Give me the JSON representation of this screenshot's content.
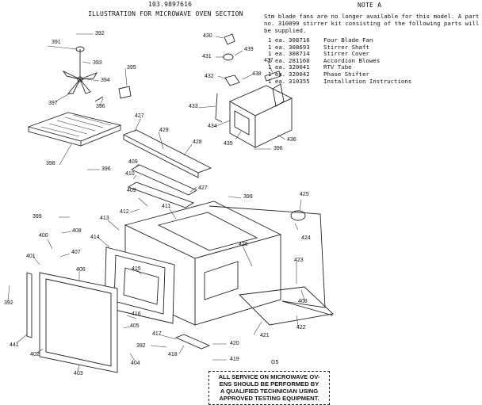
{
  "header": {
    "doc_id": "103.9897616",
    "title": "ILLUSTRATION FOR MICROWAVE OVEN SECTION",
    "note_heading": "NOTE A"
  },
  "note_text": [
    "Stm blade fans are no longer available for this model.  A part",
    "no. 310099 stirrer kit consisting of the following parts will",
    "be supplied."
  ],
  "parts": [
    {
      "qty": "1 ea.",
      "pn": "308716",
      "desc": "Four Blade Fan"
    },
    {
      "qty": "1 ea.",
      "pn": "308693",
      "desc": "Stirrer Shaft"
    },
    {
      "qty": "1 ea.",
      "pn": "308714",
      "desc": "Stirrer Cover"
    },
    {
      "qty": "1 ea.",
      "pn": "281160",
      "desc": "Accordion Blowes"
    },
    {
      "qty": "1 ea.",
      "pn": "320041",
      "desc": "RTV Tube"
    },
    {
      "qty": "1 ea.",
      "pn": "320042",
      "desc": "Phase Shifter"
    },
    {
      "qty": "1 ea.",
      "pn": "310355",
      "desc": "Installation Instructions"
    }
  ],
  "callouts": {
    "c391": "391",
    "c392a": "392",
    "c393": "393",
    "c394": "394",
    "c395": "395",
    "c396a": "396",
    "c397": "397",
    "c398": "398",
    "c396b": "396",
    "c427a": "427",
    "c429": "429",
    "c428": "428",
    "c409": "409",
    "c410": "410",
    "c427b": "427",
    "c430": "430",
    "c431": "431",
    "c439": "439",
    "c437": "437",
    "c432": "432",
    "c438": "438",
    "c433": "433",
    "c434": "434",
    "c435": "435",
    "c436": "436",
    "c396c": "396",
    "c409b": "409",
    "c412": "412",
    "c411": "411",
    "c399a": "399",
    "c425": "425",
    "c424": "424",
    "c399b": "399",
    "c408a": "408",
    "c413": "413",
    "c414": "414",
    "c400": "400",
    "c407": "407",
    "c401": "401",
    "c406": "406",
    "c415": "415",
    "c426": "426",
    "c423": "423",
    "c392b": "392",
    "c408b": "408",
    "c422": "422",
    "c421": "421",
    "c416": "416",
    "c405": "405",
    "c417": "417",
    "c418": "418",
    "c392c": "392",
    "c420": "420",
    "c419": "419",
    "c441": "441",
    "c402": "402",
    "c404": "404",
    "c403": "403",
    "cG5": "G5"
  },
  "service_note": [
    "ALL SERVICE ON MICROWAVE OV-",
    "ENS SHOULD BE PERFORMED BY",
    "A QUALIFIED TECHNICIAN USING",
    "APPROVED TESTING EQUIPMENT."
  ]
}
